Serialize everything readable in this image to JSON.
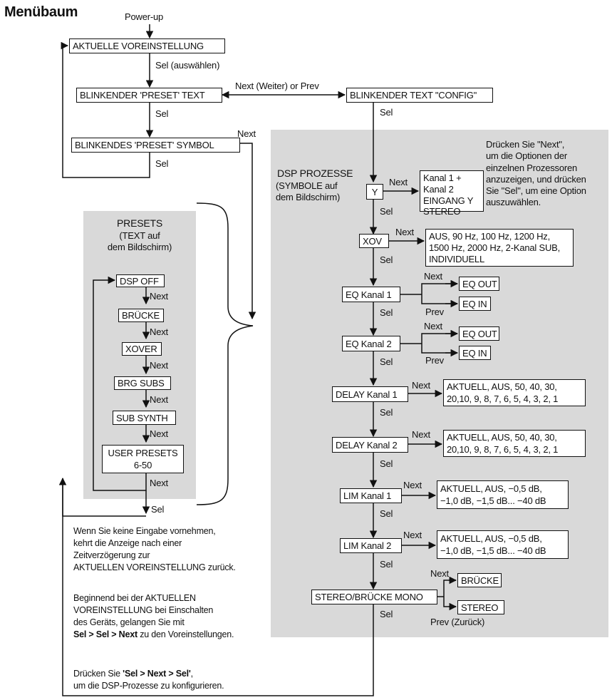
{
  "title": "Menübaum",
  "power_up": "Power-up",
  "main": {
    "aktuelle": "AKTUELLE VOREINSTELLUNG",
    "sel_auswaehlen": "Sel (auswählen)",
    "preset_text": "BLINKENDER 'PRESET' TEXT",
    "next_weiter_prev": "Next (Weiter) or Prev",
    "config_text": "BLINKENDER TEXT \"CONFIG\"",
    "sel": "Sel",
    "next": "Next",
    "preset_symbol": "BLINKENDES 'PRESET' SYMBOL"
  },
  "presets": {
    "heading": "PRESETS",
    "subheading": "(TEXT auf\ndem Bildschirm)",
    "items": [
      "DSP OFF",
      "BRÜCKE",
      "XOVER",
      "BRG SUBS",
      "SUB SYNTH",
      "USER PRESETS\n6-50"
    ]
  },
  "dsp": {
    "heading": "DSP PROZESSE",
    "subheading": "(SYMBOLE auf\ndem Bildschirm)",
    "hint": "Drücken Sie \"Next\",\num die Optionen der\neinzelnen Prozessoren\nanzuzeigen, und drücken\nSie \"Sel\", um eine Option\nauszuwählen.",
    "y_box": "Y",
    "y_options": "Kanal 1 +\nKanal 2\nEINGANG Y\nSTEREO",
    "xov_box": "XOV",
    "xov_options": "AUS, 90 Hz, 100 Hz, 1200 Hz,\n1500 Hz, 2000 Hz, 2-Kanal SUB,\nINDIVIDUELL",
    "eq1": "EQ Kanal 1",
    "eq2": "EQ Kanal 2",
    "eq_out": "EQ OUT",
    "eq_in": "EQ IN",
    "prev": "Prev",
    "delay1": "DELAY Kanal 1",
    "delay2": "DELAY Kanal 2",
    "delay_options": "AKTUELL, AUS, 50, 40, 30,\n20,10, 9, 8, 7, 6, 5, 4, 3, 2, 1",
    "lim1": "LIM Kanal 1",
    "lim2": "LIM Kanal 2",
    "lim_options": "AKTUELL, AUS, −0,5 dB,\n−1,0 dB, −1,5 dB... −40 dB",
    "stereo_bruecke": "STEREO/BRÜCKE MONO",
    "bruecke": "BRÜCKE",
    "stereo": "STEREO",
    "prev_zurueck": "Prev (Zurück)"
  },
  "notes": {
    "p1": "Wenn Sie keine Eingabe vornehmen,\nkehrt die Anzeige nach einer\nZeitverzögerung zur\nAKTUELLEN VOREINSTELLUNG zurück.",
    "p2_a": "Beginnend bei der AKTUELLEN\nVOREINSTELLUNG bei Einschalten\ndes Geräts, gelangen Sie mit",
    "p2_bold": "Sel > Sel > Next",
    "p2_b": " zu den Voreinstellungen.",
    "p3_a": "Drücken Sie ",
    "p3_bold": "'Sel > Next > Sel'",
    "p3_b": ",\num die DSP-Prozesse zu konfigurieren."
  }
}
